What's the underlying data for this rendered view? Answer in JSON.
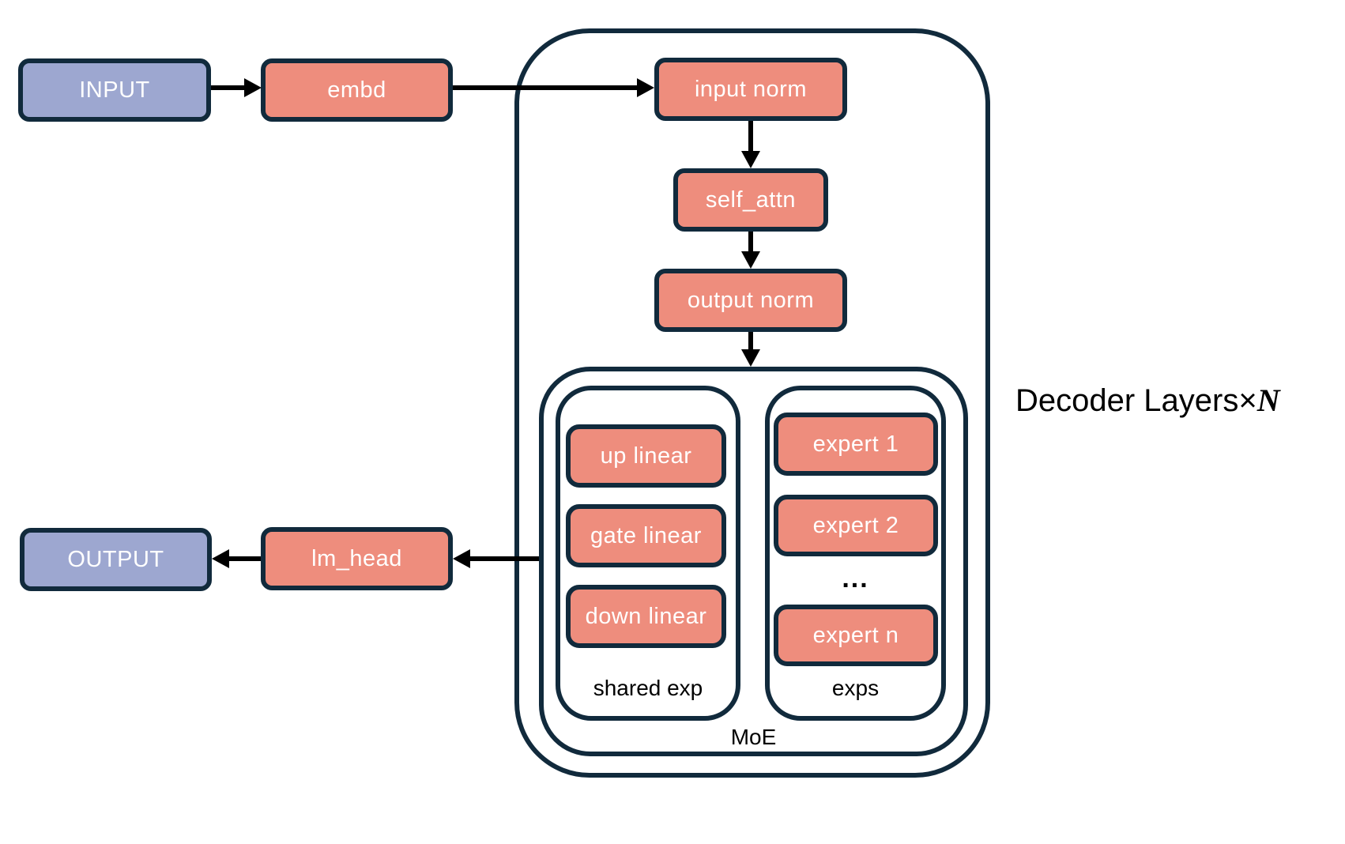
{
  "colors": {
    "io_fill": "#9DA7D0",
    "module_fill": "#EE8D7D",
    "outline": "#112A3C",
    "arrow": "#000000",
    "node_text": "#FFFFFF",
    "label_text": "#000000"
  },
  "nodes": {
    "input": "INPUT",
    "embd": "embd",
    "input_norm": "input norm",
    "self_attn": "self_attn",
    "output_norm": "output norm",
    "lm_head": "lm_head",
    "output": "OUTPUT",
    "up_linear": "up linear",
    "gate_linear": "gate linear",
    "down_linear": "down linear",
    "expert_1": "expert 1",
    "expert_2": "expert 2",
    "expert_ellipsis": "...",
    "expert_n": "expert n"
  },
  "containers": {
    "shared_exp_label": "shared exp",
    "exps_label": "exps",
    "moe_label": "MoE"
  },
  "annotation": {
    "decoder_layers_text": "Decoder Layers",
    "multiply_sign": "×",
    "n_symbol": "N"
  }
}
